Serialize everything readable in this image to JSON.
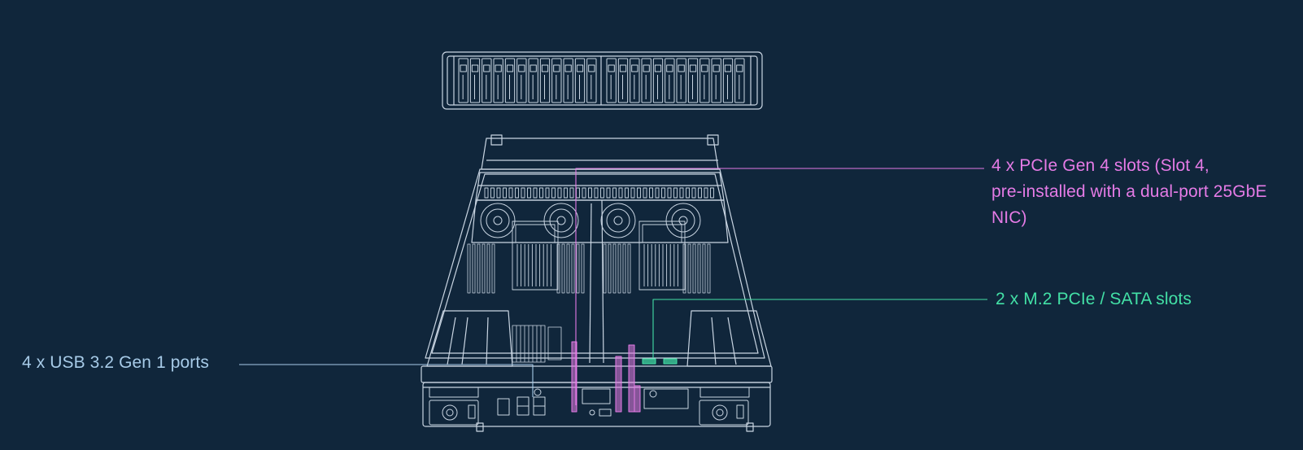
{
  "colors": {
    "background": "#10263b",
    "line": "#c9d5e2",
    "pcie": "#e57be6",
    "m2": "#43e0a6",
    "usb": "#a7cbe8"
  },
  "callouts": {
    "pcie": {
      "lines": [
        "4 x PCIe Gen 4 slots (Slot 4,",
        "pre-installed with a dual-port 25GbE",
        "NIC)"
      ]
    },
    "m2": {
      "lines": [
        "2 x M.2 PCIe / SATA slots"
      ]
    },
    "usb": {
      "lines": [
        "4 x USB 3.2 Gen 1 ports"
      ]
    }
  },
  "components": {
    "drive_bays_count": 24,
    "fans_count": 4,
    "cpu_heatsinks_count": 2,
    "power_supplies_count": 2
  }
}
